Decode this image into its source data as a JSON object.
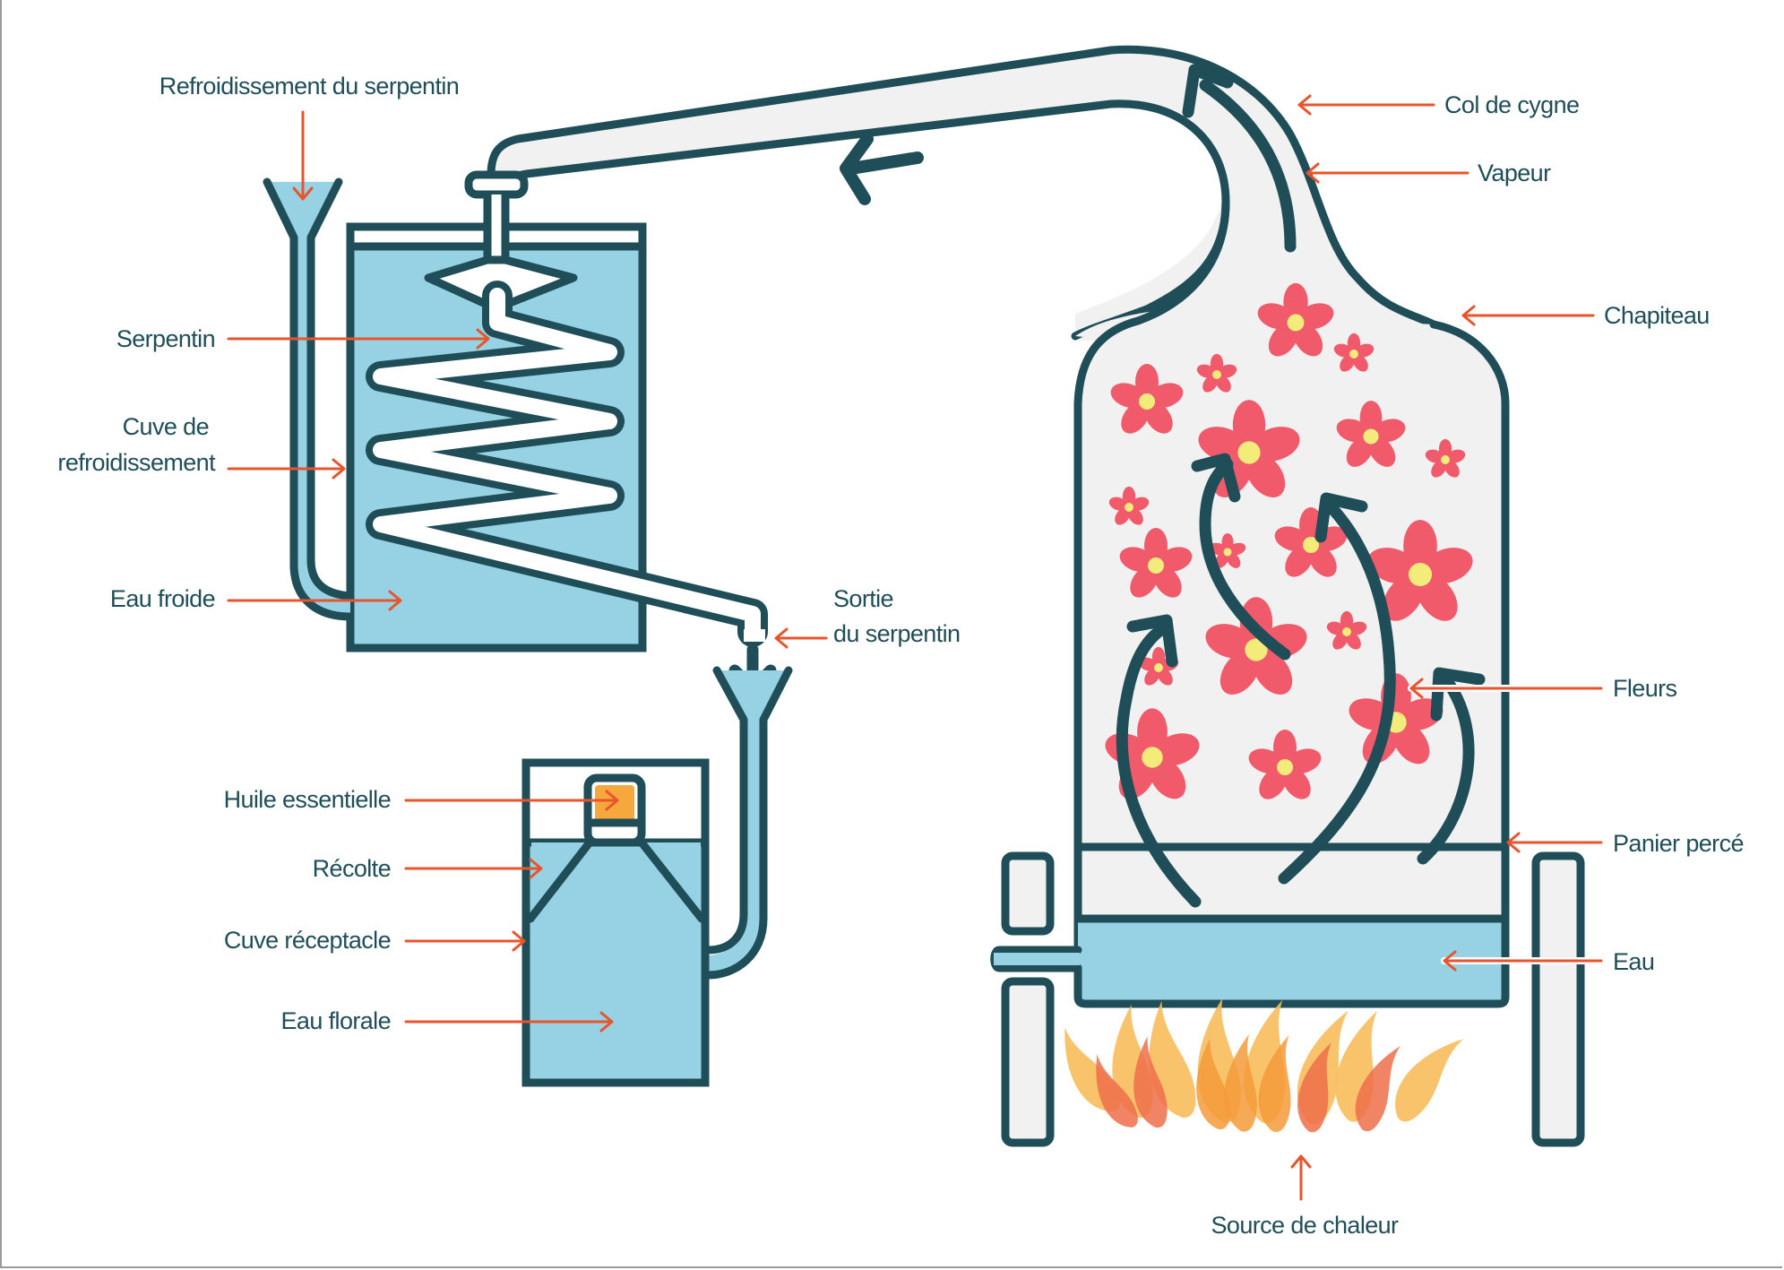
{
  "diagram": {
    "title_hidden": "Distillation à l'alambic",
    "colors": {
      "outline": "#1f4e58",
      "water": "#96d2e3",
      "vessel_fill": "#f1f1f2",
      "callout": "#e8552d",
      "flower_petal": "#f05a6a",
      "flower_center": "#f3ec7a",
      "oil": "#f6a83c",
      "flame_light": "#f8bc5c",
      "flame_mid": "#f49a3a",
      "flame_dark": "#ef6f4a"
    },
    "labels": {
      "refroidissement_serpentin": "Refroidissement du serpentin",
      "serpentin": "Serpentin",
      "cuve_refroidissement_1": "Cuve de",
      "cuve_refroidissement_2": "refroidissement",
      "eau_froide": "Eau froide",
      "sortie_serpentin_1": "Sortie",
      "sortie_serpentin_2": "du serpentin",
      "huile_essentielle": "Huile essentielle",
      "recolte": "Récolte",
      "cuve_receptacle": "Cuve réceptacle",
      "eau_florale": "Eau florale",
      "col_de_cygne": "Col de cygne",
      "vapeur": "Vapeur",
      "chapiteau": "Chapiteau",
      "fleurs": "Fleurs",
      "panier_perce": "Panier percé",
      "eau": "Eau",
      "source_de_chaleur": "Source de chaleur"
    }
  }
}
